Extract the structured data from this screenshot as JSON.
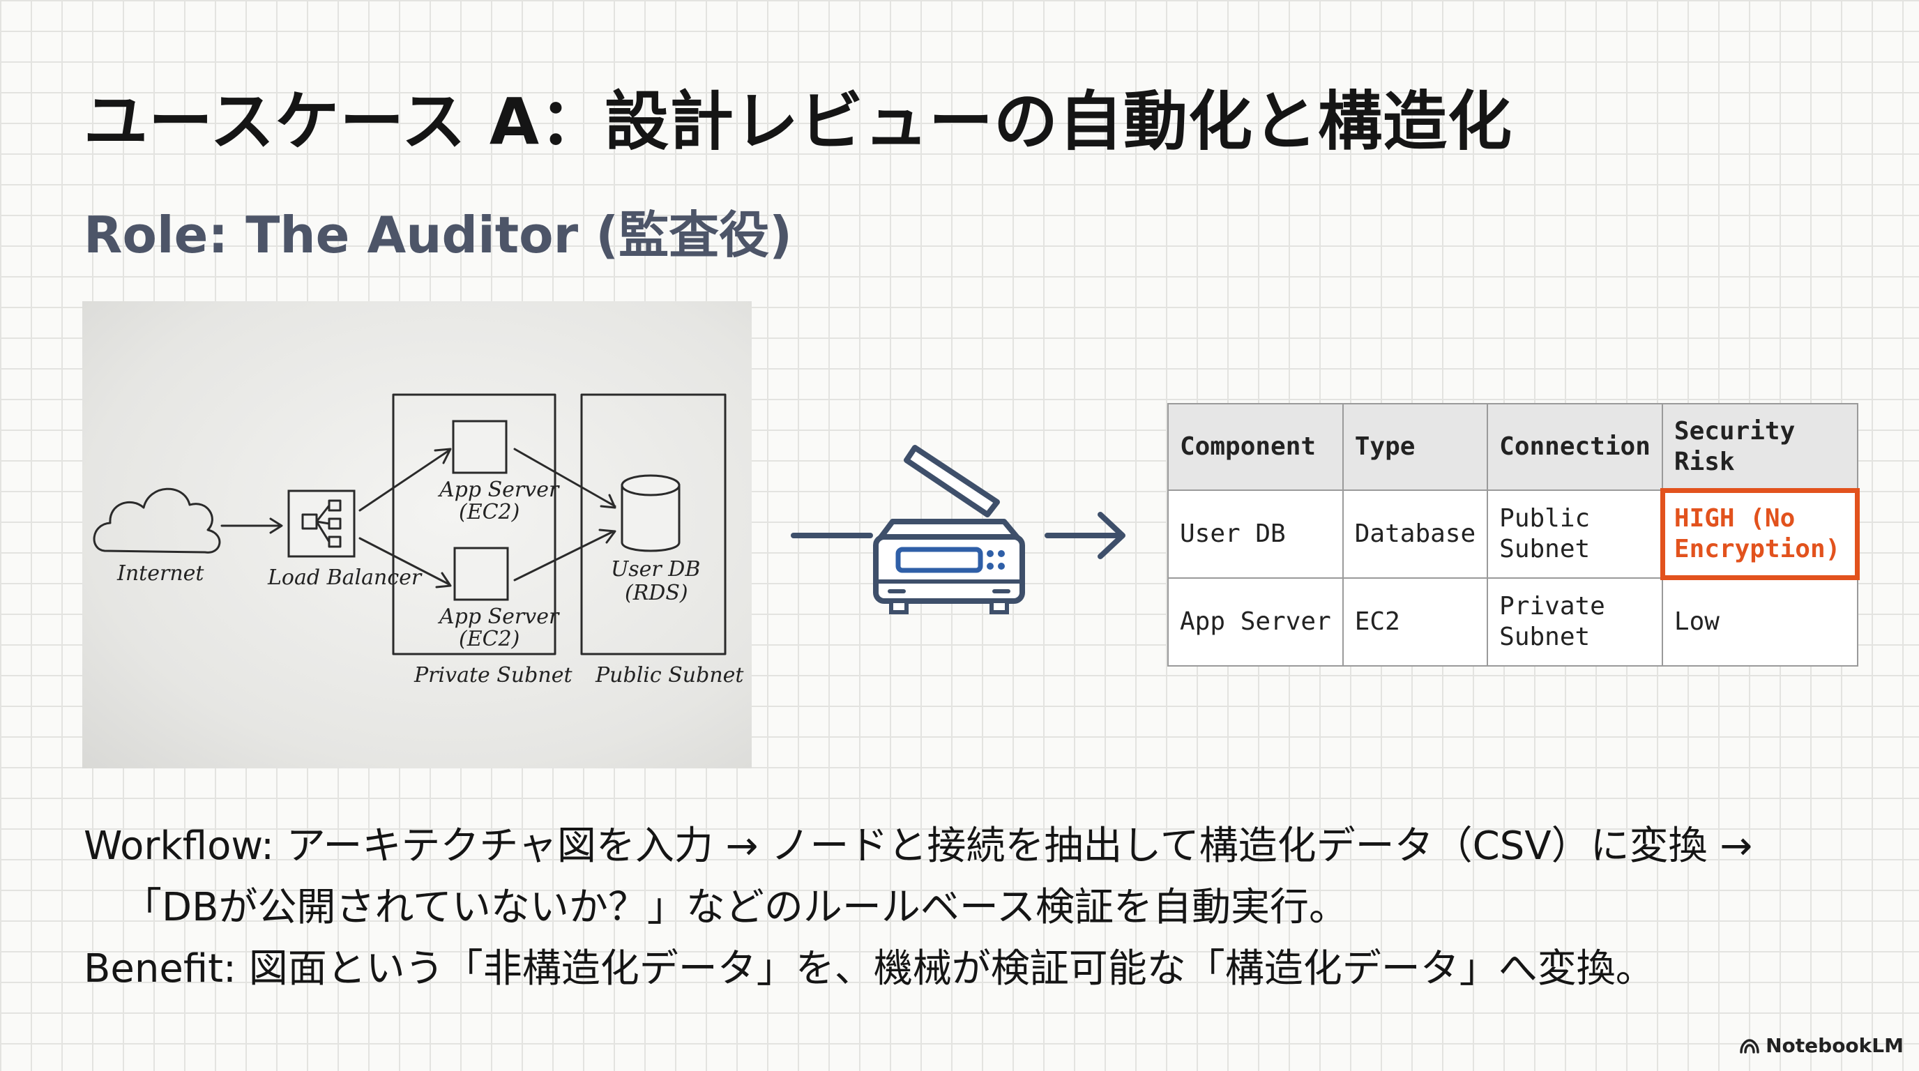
{
  "slide": {
    "title": "ユースケース A：設計レビューの自動化と構造化",
    "subtitle": "Role: The Auditor (監査役)"
  },
  "diagram": {
    "internet_label": "Internet",
    "load_balancer_label": "Load Balancer",
    "app_server_top_label_1": "App Server",
    "app_server_top_label_2": "(EC2)",
    "app_server_bottom_label_1": "App Server",
    "app_server_bottom_label_2": "(EC2)",
    "user_db_label_1": "User DB",
    "user_db_label_2": "(RDS)",
    "private_subnet_label": "Private Subnet",
    "public_subnet_label": "Public Subnet"
  },
  "table": {
    "headers": [
      "Component",
      "Type",
      "Connection",
      "Security Risk"
    ],
    "rows": [
      [
        "User DB",
        "Database",
        "Public Subnet",
        "HIGH (No Encryption)"
      ],
      [
        "App Server",
        "EC2",
        "Private Subnet",
        "Low"
      ]
    ],
    "highlight_color": "#e2521d"
  },
  "text": {
    "workflow_line1": "Workflow: アーキテクチャ図を入力 → ノードと接続を抽出して構造化データ（CSV）に変換 →",
    "workflow_line2": "「DBが公開されていないか？」などのルールベース検証を自動実行。",
    "benefit_line": "Benefit: 図面という「非構造化データ」を、機械が検証可能な「構造化データ」へ変換。"
  },
  "brand": {
    "name": "NotebookLM",
    "icon": "notebooklm-logo-icon"
  },
  "colors": {
    "subtitle": "#4d5568",
    "scanner_blue": "#2f5fa7",
    "scanner_line": "#3e4f6a"
  }
}
